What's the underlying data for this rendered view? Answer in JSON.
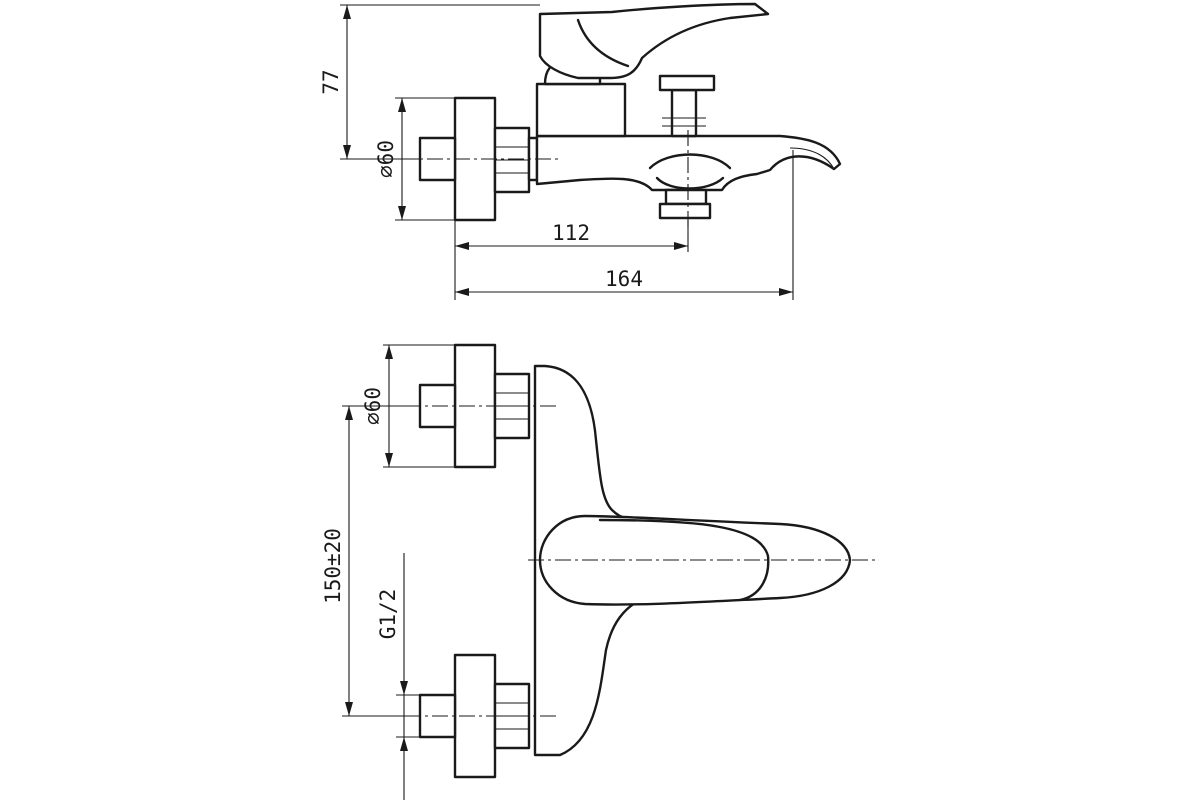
{
  "drawing": {
    "line_color": "#1a1a1a",
    "background": "#ffffff",
    "dimensions": {
      "height_top": "77",
      "diameter_side": "⌀60",
      "depth_mid": "112",
      "depth_total": "164",
      "diameter_front": "⌀60",
      "spacing": "150±20",
      "thread": "G1/2"
    }
  }
}
